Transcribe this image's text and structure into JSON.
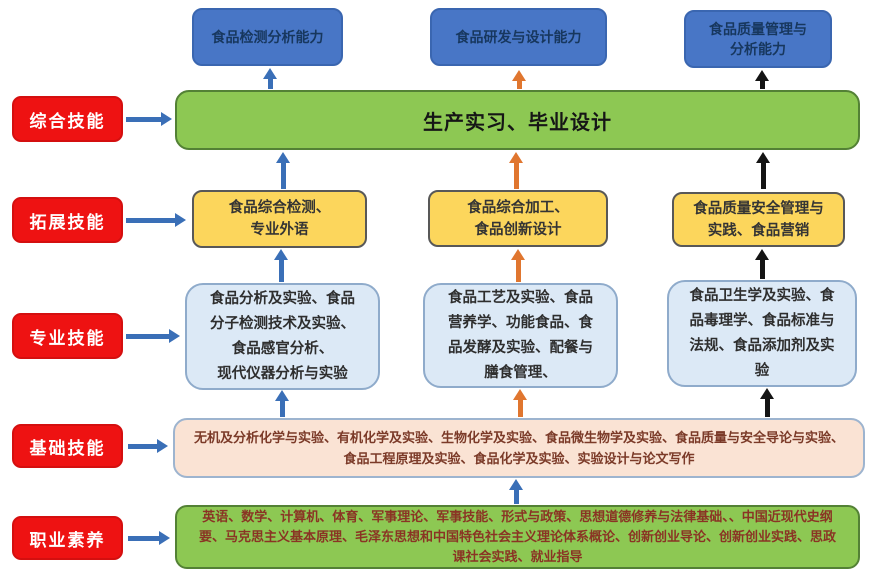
{
  "colors": {
    "red_label": "#ee1212",
    "red_border": "#d40f0f",
    "blue_box": "#4876c6",
    "blue_box_border": "#3a66b0",
    "blue_box_text": "#17375e",
    "green_box": "#8dc853",
    "green_border": "#538135",
    "yellow_box": "#fcd65c",
    "yellow_border": "#585858",
    "lightblue_box": "#dce9f6",
    "lightblue_border": "#8fabcb",
    "peach_box": "#fae3d4",
    "peach_border": "#9db4cf",
    "maroon_text": "#7b3a28",
    "arrow_blue": "#3a6fb7",
    "arrow_orange": "#e0762f",
    "arrow_black": "#141414"
  },
  "row_labels": [
    {
      "label": "综合技能"
    },
    {
      "label": "拓展技能"
    },
    {
      "label": "专业技能"
    },
    {
      "label": "基础技能"
    },
    {
      "label": "职业素养"
    }
  ],
  "capabilities": [
    {
      "label": "食品检测分析能力"
    },
    {
      "label": "食品研发与设计能力"
    },
    {
      "label": "食品质量管理与\n分析能力"
    }
  ],
  "comprehensive": {
    "label": "生产实习、毕业设计"
  },
  "expand": [
    {
      "label": "食品综合检测、\n专业外语"
    },
    {
      "label": "食品综合加工、\n食品创新设计"
    },
    {
      "label": "食品质量安全管理与\n实践、食品营销"
    }
  ],
  "professional": [
    {
      "label": "食品分析及实验、食品\n分子检测技术及实验、\n食品感官分析、\n现代仪器分析与实验"
    },
    {
      "label": "食品工艺及实验、食品\n营养学、功能食品、食\n品发酵及实验、配餐与\n膳食管理、"
    },
    {
      "label": "食品卫生学及实验、食\n品毒理学、食品标准与\n法规、食品添加剂及实\n验"
    }
  ],
  "foundation": {
    "label": "无机及分析化学与实验、有机化学及实验、生物化学及实验、食品微生物学及实验、食品质量与安全导论与实验、\n食品工程原理及实验、食品化学及实验、实验设计与论文写作"
  },
  "career": {
    "label": "英语、数学、计算机、体育、军事理论、军事技能、形式与政策、思想道德修养与法律基础、、中国近现代史纲\n要、马克思主义基本原理、毛泽东思想和中国特色社会主义理论体系概论、创新创业导论、创新创业实践、思政\n课社会实践、就业指导"
  }
}
